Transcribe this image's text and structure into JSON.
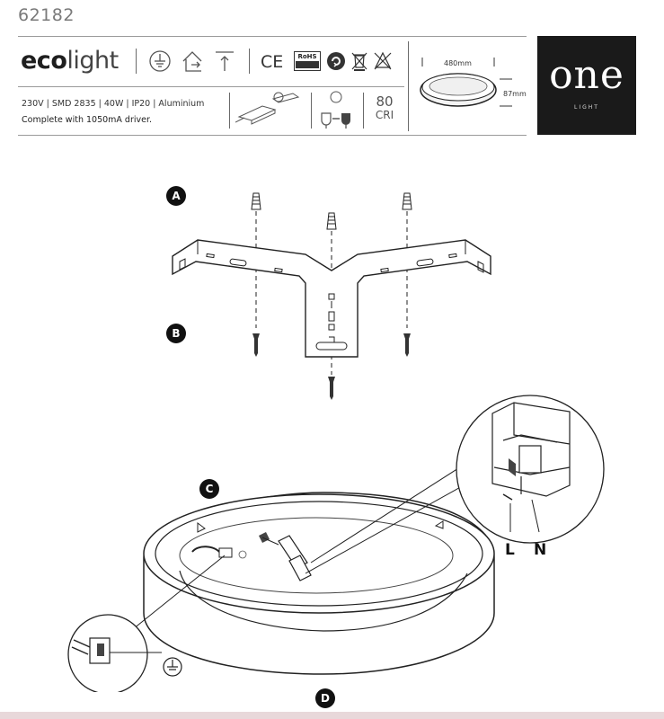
{
  "header": {
    "product_code": "62182",
    "brand_eco": "eco",
    "brand_light": "light",
    "specs_line": "230V | SMD 2835 | 40W | IP20 | Aluminium",
    "driver_line": "Complete with 1050mA driver.",
    "cri_value": "80",
    "cri_label": "CRI",
    "cert_ce": "CE",
    "cert_rohs": "RoHS",
    "diameter": "480mm",
    "height": "87mm"
  },
  "logo": {
    "word": "one",
    "sub": "LIGHT"
  },
  "steps": {
    "a": "A",
    "b": "B",
    "c": "C",
    "d": "D"
  },
  "wiring": {
    "live": "L",
    "neutral": "N"
  },
  "icons": [
    "class-i-earth-icon",
    "indoor-use-icon",
    "up-arrow-icon",
    "ce-mark-icon",
    "rohs-icon",
    "recycle-icon",
    "weee-bin-icon",
    "no-insulation-cover-icon",
    "connector-icon",
    "driver-icon",
    "earth-symbol-icon"
  ]
}
